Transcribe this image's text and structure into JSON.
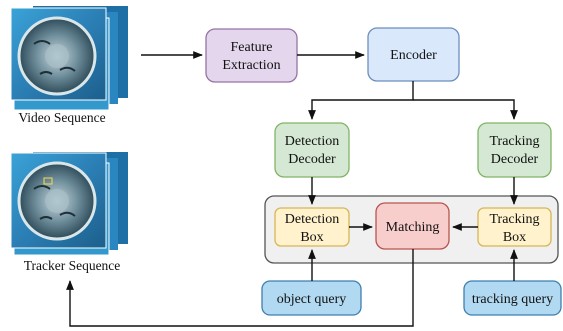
{
  "left_panel": {
    "video_caption": "Video Sequence",
    "tracker_caption": "Tracker Sequence"
  },
  "nodes": {
    "feature_extraction": {
      "line1": "Feature",
      "line2": "Extraction",
      "fill": "#e4d6ec",
      "stroke": "#9673a6"
    },
    "encoder": {
      "label": "Encoder",
      "fill": "#dae8fc",
      "stroke": "#6c8ebf"
    },
    "detection_decoder": {
      "line1": "Detection",
      "line2": "Decoder",
      "fill": "#d5e8d4",
      "stroke": "#82b366"
    },
    "tracking_decoder": {
      "line1": "Tracking",
      "line2": "Decoder",
      "fill": "#d5e8d4",
      "stroke": "#82b366"
    },
    "detection_box": {
      "line1": "Detection",
      "line2": "Box",
      "fill": "#fff2cc",
      "stroke": "#d6b656"
    },
    "matching": {
      "label": "Matching",
      "fill": "#f8cecc",
      "stroke": "#b85450"
    },
    "tracking_box": {
      "line1": "Tracking",
      "line2": "Box",
      "fill": "#fff2cc",
      "stroke": "#d6b656"
    },
    "object_query": {
      "label": "object query",
      "fill": "#b1d9f1",
      "stroke": "#3e7fb0"
    },
    "tracking_query": {
      "label": "tracking query",
      "fill": "#b1d9f1",
      "stroke": "#3e7fb0"
    },
    "matching_group": {
      "fill": "#f0f0f0",
      "stroke": "#555555"
    }
  }
}
